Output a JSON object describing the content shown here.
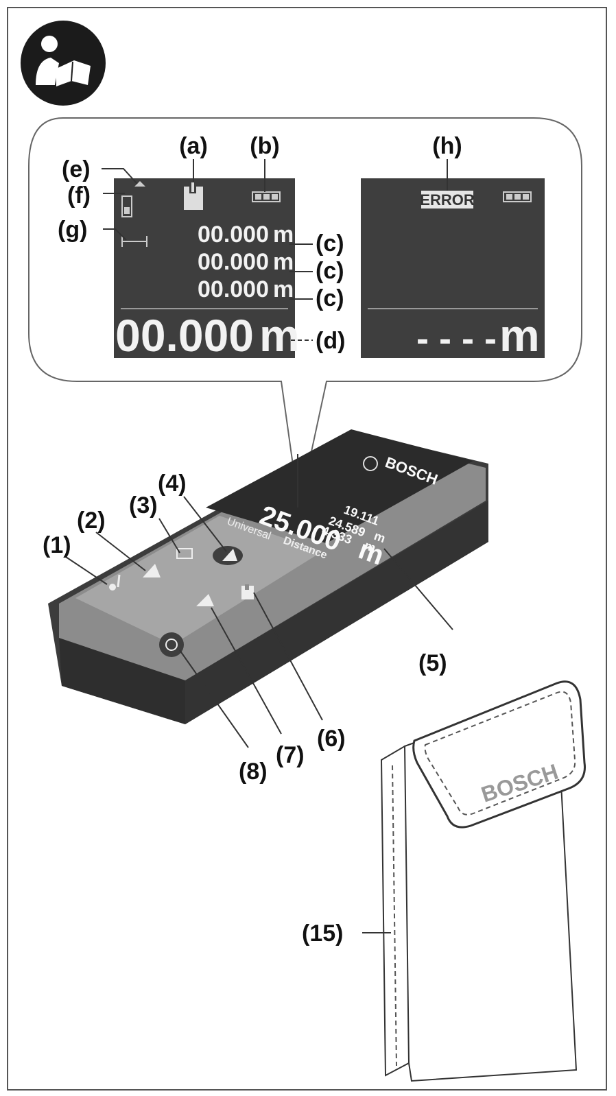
{
  "manual_icon": "read-manual-icon",
  "display_normal": {
    "row1": "00.000",
    "row2": "00.000",
    "row3": "00.000",
    "unit_small": "m",
    "main": "00.000",
    "main_unit": "m"
  },
  "display_error": {
    "error_text": "ERROR",
    "main": "- - - -",
    "main_unit": "m"
  },
  "device": {
    "brand": "BOSCH",
    "model_regular": "Universal",
    "model_bold": "Distance",
    "reading1": "19.111",
    "reading2": "24.589",
    "reading2_unit": "m",
    "reading3": "4.333",
    "reading3_unit": "m",
    "main_reading": "25.000",
    "main_unit": "m"
  },
  "pouch": {
    "brand": "BOSCH"
  },
  "callouts": {
    "a": "(a)",
    "b": "(b)",
    "c1": "(c)",
    "c2": "(c)",
    "c3": "(c)",
    "d": "(d)",
    "e": "(e)",
    "f": "(f)",
    "g": "(g)",
    "h": "(h)",
    "n1": "(1)",
    "n2": "(2)",
    "n3": "(3)",
    "n4": "(4)",
    "n5": "(5)",
    "n6": "(6)",
    "n7": "(7)",
    "n8": "(8)",
    "n15": "(15)"
  },
  "colors": {
    "lcd_bg": "#3e3e3e",
    "device_body": "#4a4a4a",
    "device_top": "#8c8c8c",
    "panel_outline": "#777777"
  }
}
